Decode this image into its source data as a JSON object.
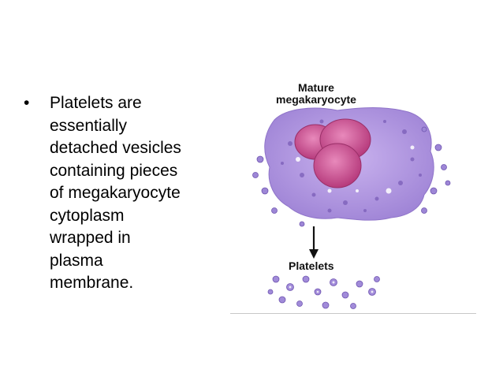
{
  "bullet": {
    "marker": "•",
    "lines": [
      "Platelets are",
      "essentially",
      "detached vesicles",
      "containing pieces",
      "of megakaryocyte",
      "cytoplasm",
      "wrapped in",
      "plasma",
      "membrane."
    ]
  },
  "figure": {
    "label_top_line1": "Mature",
    "label_top_line2": "megakaryocyte",
    "label_bottom": "Platelets",
    "colors": {
      "cytoplasm": "#b69be0",
      "cytoplasm_dark": "#8f74c9",
      "nucleus": "#c94b8f",
      "nucleus_light": "#e07aae",
      "platelet": "#9d86d6",
      "arrow": "#111111"
    }
  }
}
